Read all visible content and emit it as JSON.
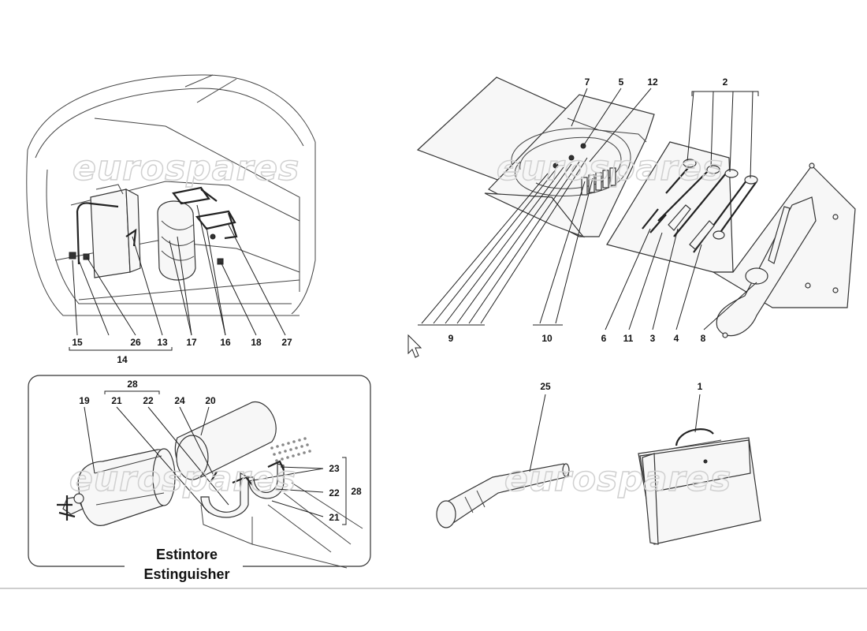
{
  "watermark": "eurospares",
  "panels": {
    "luggage_compartment": {
      "callouts": [
        "15",
        "26",
        "13",
        "17",
        "16",
        "18",
        "27"
      ],
      "group_label": "14"
    },
    "tool_roll": {
      "callouts_top": [
        "7",
        "5",
        "12",
        "2"
      ],
      "callouts_bottom": [
        "9",
        "10",
        "6",
        "11",
        "3",
        "4",
        "8"
      ]
    },
    "extinguisher": {
      "callouts": [
        "19",
        "21",
        "22",
        "24",
        "20",
        "23",
        "22",
        "21"
      ],
      "group_top": "28",
      "group_right": "28",
      "caption_line1": "Estintore",
      "caption_line2": "Estinguisher"
    },
    "torch": {
      "callout": "25"
    },
    "tool_bag": {
      "callout": "1"
    }
  }
}
